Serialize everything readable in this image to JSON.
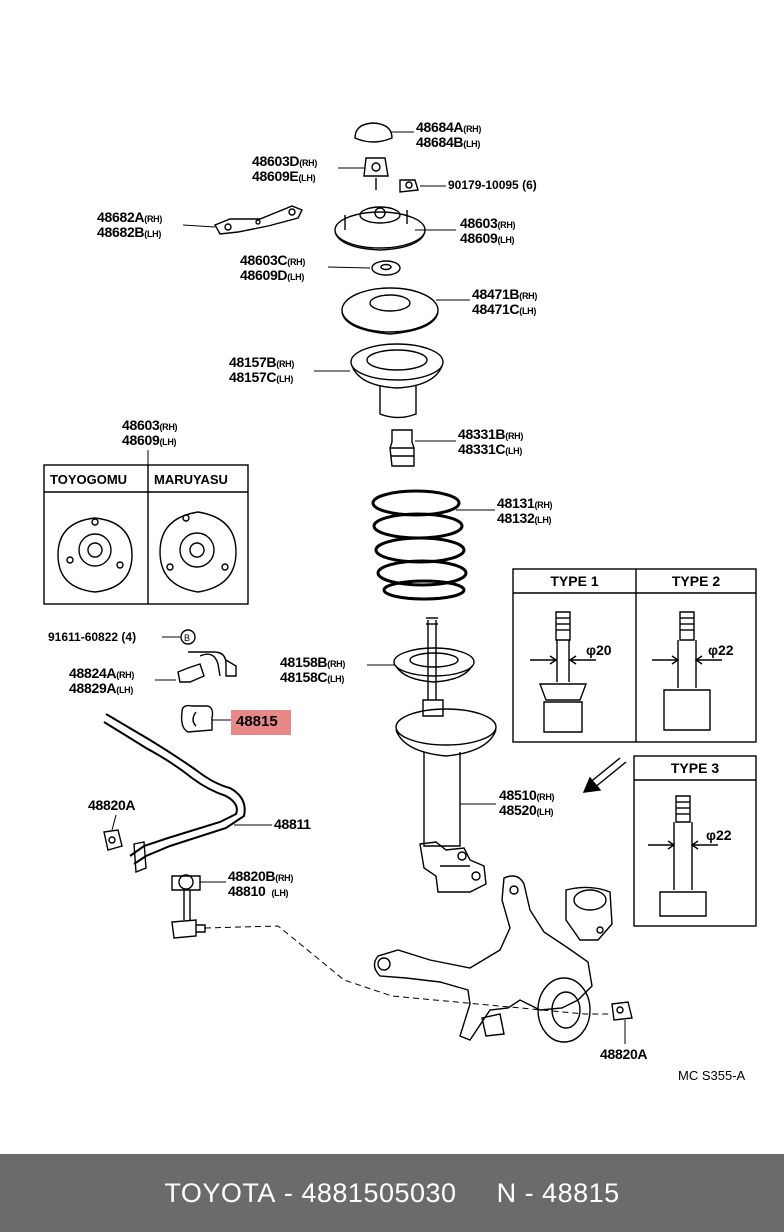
{
  "parts": [
    {
      "id": "p1",
      "code": "48684A",
      "side": "(RH)"
    },
    {
      "id": "p2",
      "code": "48684B",
      "side": "(LH)"
    },
    {
      "id": "p3",
      "code": "48603D",
      "side": "(RH)"
    },
    {
      "id": "p4",
      "code": "48609E",
      "side": "(LH)"
    },
    {
      "id": "p5",
      "code": "90179-10095",
      "side": "(6)"
    },
    {
      "id": "p6",
      "code": "48682A",
      "side": "(RH)"
    },
    {
      "id": "p7",
      "code": "48682B",
      "side": "(LH)"
    },
    {
      "id": "p8",
      "code": "48603",
      "side": "(RH)"
    },
    {
      "id": "p9",
      "code": "48609",
      "side": "(LH)"
    },
    {
      "id": "p10",
      "code": "48603C",
      "side": "(RH)"
    },
    {
      "id": "p11",
      "code": "48609D",
      "side": "(LH)"
    },
    {
      "id": "p12",
      "code": "48471B",
      "side": "(RH)"
    },
    {
      "id": "p13",
      "code": "48471C",
      "side": "(LH)"
    },
    {
      "id": "p14",
      "code": "48157B",
      "side": "(RH)"
    },
    {
      "id": "p15",
      "code": "48157C",
      "side": "(LH)"
    },
    {
      "id": "p16",
      "code": "48603",
      "side": "(RH)"
    },
    {
      "id": "p17",
      "code": "48609",
      "side": "(LH)"
    },
    {
      "id": "p18",
      "code": "48331B",
      "side": "(RH)"
    },
    {
      "id": "p19",
      "code": "48331C",
      "side": "(LH)"
    },
    {
      "id": "p20",
      "code": "48131",
      "side": "(RH)"
    },
    {
      "id": "p21",
      "code": "48132",
      "side": "(LH)"
    },
    {
      "id": "p22",
      "code": "91611-60822",
      "side": "(4)"
    },
    {
      "id": "p23",
      "code": "48824A",
      "side": "(RH)"
    },
    {
      "id": "p24",
      "code": "48829A",
      "side": "(LH)"
    },
    {
      "id": "p25",
      "code": "48158B",
      "side": "(RH)"
    },
    {
      "id": "p26",
      "code": "48158C",
      "side": "(LH)"
    },
    {
      "id": "p27",
      "code": "48820A",
      "side": ""
    },
    {
      "id": "p28",
      "code": "48811",
      "side": ""
    },
    {
      "id": "p29",
      "code": "48510",
      "side": "(RH)"
    },
    {
      "id": "p30",
      "code": "48520",
      "side": "(LH)"
    },
    {
      "id": "p31",
      "code": "48820B",
      "side": "(RH)"
    },
    {
      "id": "p32",
      "code": "48810",
      "side": "(LH)"
    },
    {
      "id": "p33",
      "code": "48820A",
      "side": ""
    }
  ],
  "highlight": {
    "code": "48815",
    "color": "#e98888"
  },
  "brands": {
    "left": "TOYOGOMU",
    "right": "MARUYASU"
  },
  "types": {
    "type1": "TYPE 1",
    "type2": "TYPE 2",
    "type3": "TYPE 3",
    "dim1": "φ20",
    "dim2": "φ22",
    "dim3": "φ22"
  },
  "drawing_ref": "MC S355-A",
  "footer": {
    "brand": "TOYOTA",
    "part_number": "4881505030",
    "ref": "N - 48815",
    "background": "#6b6b6b"
  }
}
